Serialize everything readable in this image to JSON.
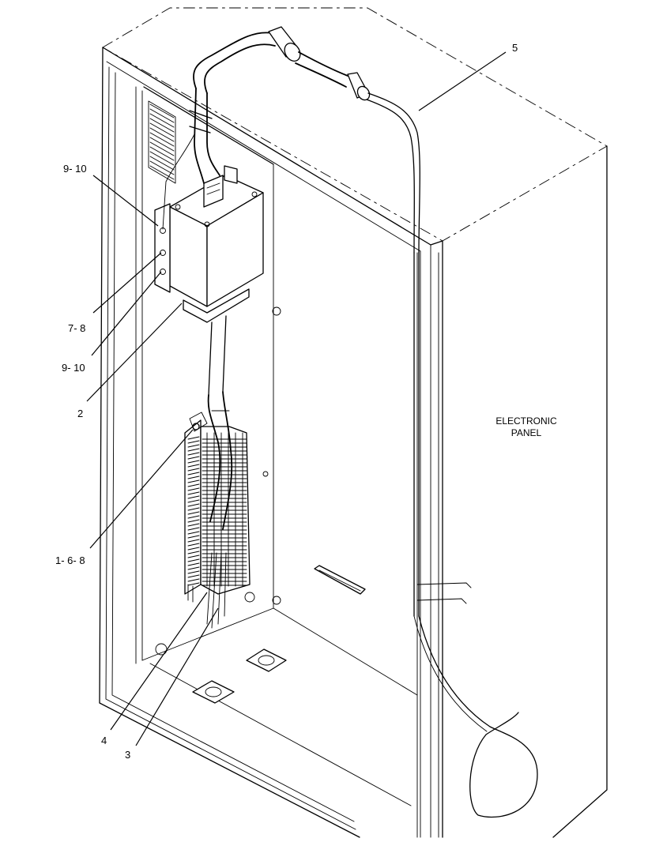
{
  "callouts": [
    {
      "id": "c5",
      "text": "5"
    },
    {
      "id": "c9a",
      "text": "9- 10"
    },
    {
      "id": "c78",
      "text": "7- 8"
    },
    {
      "id": "c9b",
      "text": "9- 10"
    },
    {
      "id": "c2",
      "text": "2"
    },
    {
      "id": "c168",
      "text": "1- 6- 8"
    },
    {
      "id": "c4",
      "text": "4"
    },
    {
      "id": "c3",
      "text": "3"
    }
  ],
  "panel_label": {
    "line1": "ELECTRONIC",
    "line2": "PANEL"
  }
}
